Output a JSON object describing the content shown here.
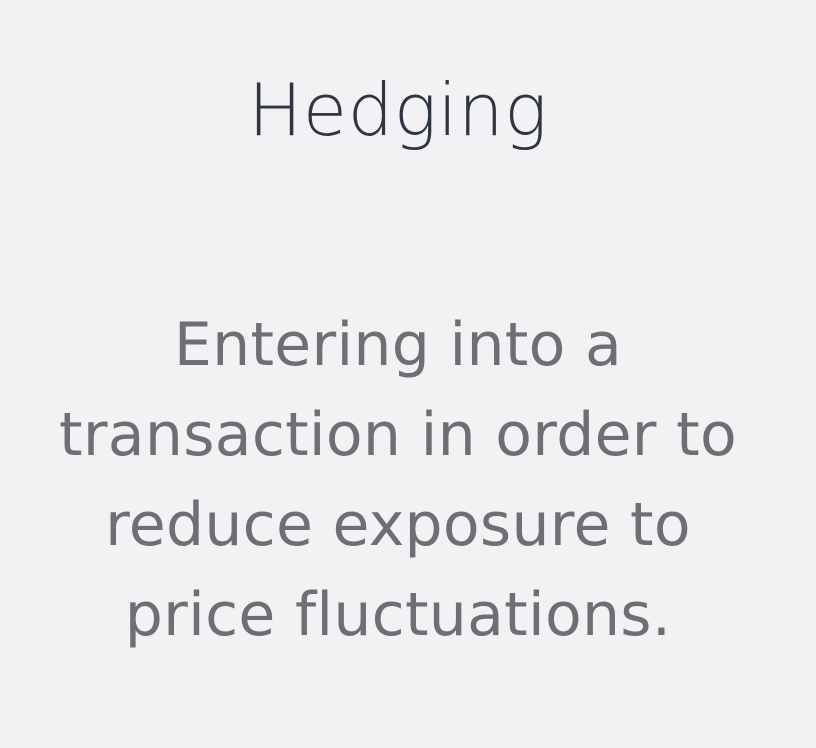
{
  "flashcard": {
    "term": "Hedging",
    "definition_lines": [
      "Entering into a",
      "transaction in order to",
      "reduce exposure to",
      "price fluctuations."
    ]
  },
  "colors": {
    "background": "#f2f2f4",
    "term_text": "#2f3640",
    "definition_text": "#6e6e73"
  }
}
